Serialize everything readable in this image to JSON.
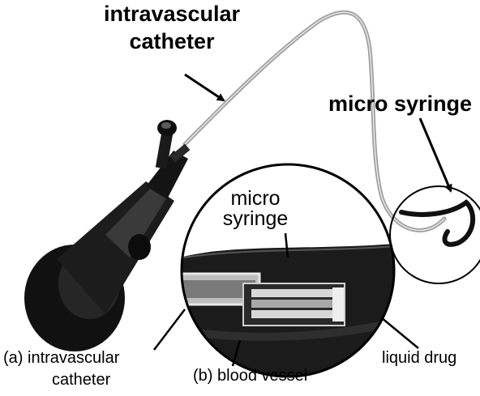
{
  "labels": {
    "catheter_top_line1": "intravascular",
    "catheter_top_line2": "catheter",
    "micro_syringe_right": "micro syringe",
    "inset_line1": "micro",
    "inset_line2": "syringe",
    "a_catheter_line1": "(a) intravascular",
    "a_catheter_line2": "catheter",
    "b_vessel": "(b) blood vessel",
    "liquid_drug": "liquid drug"
  },
  "colors": {
    "ink": "#000000",
    "metal_dark": "#1a1a1a",
    "metal_mid": "#3c3c3c",
    "metal_light": "#8a8a8a",
    "wire": "#9a9a9a",
    "background": "#ffffff"
  }
}
